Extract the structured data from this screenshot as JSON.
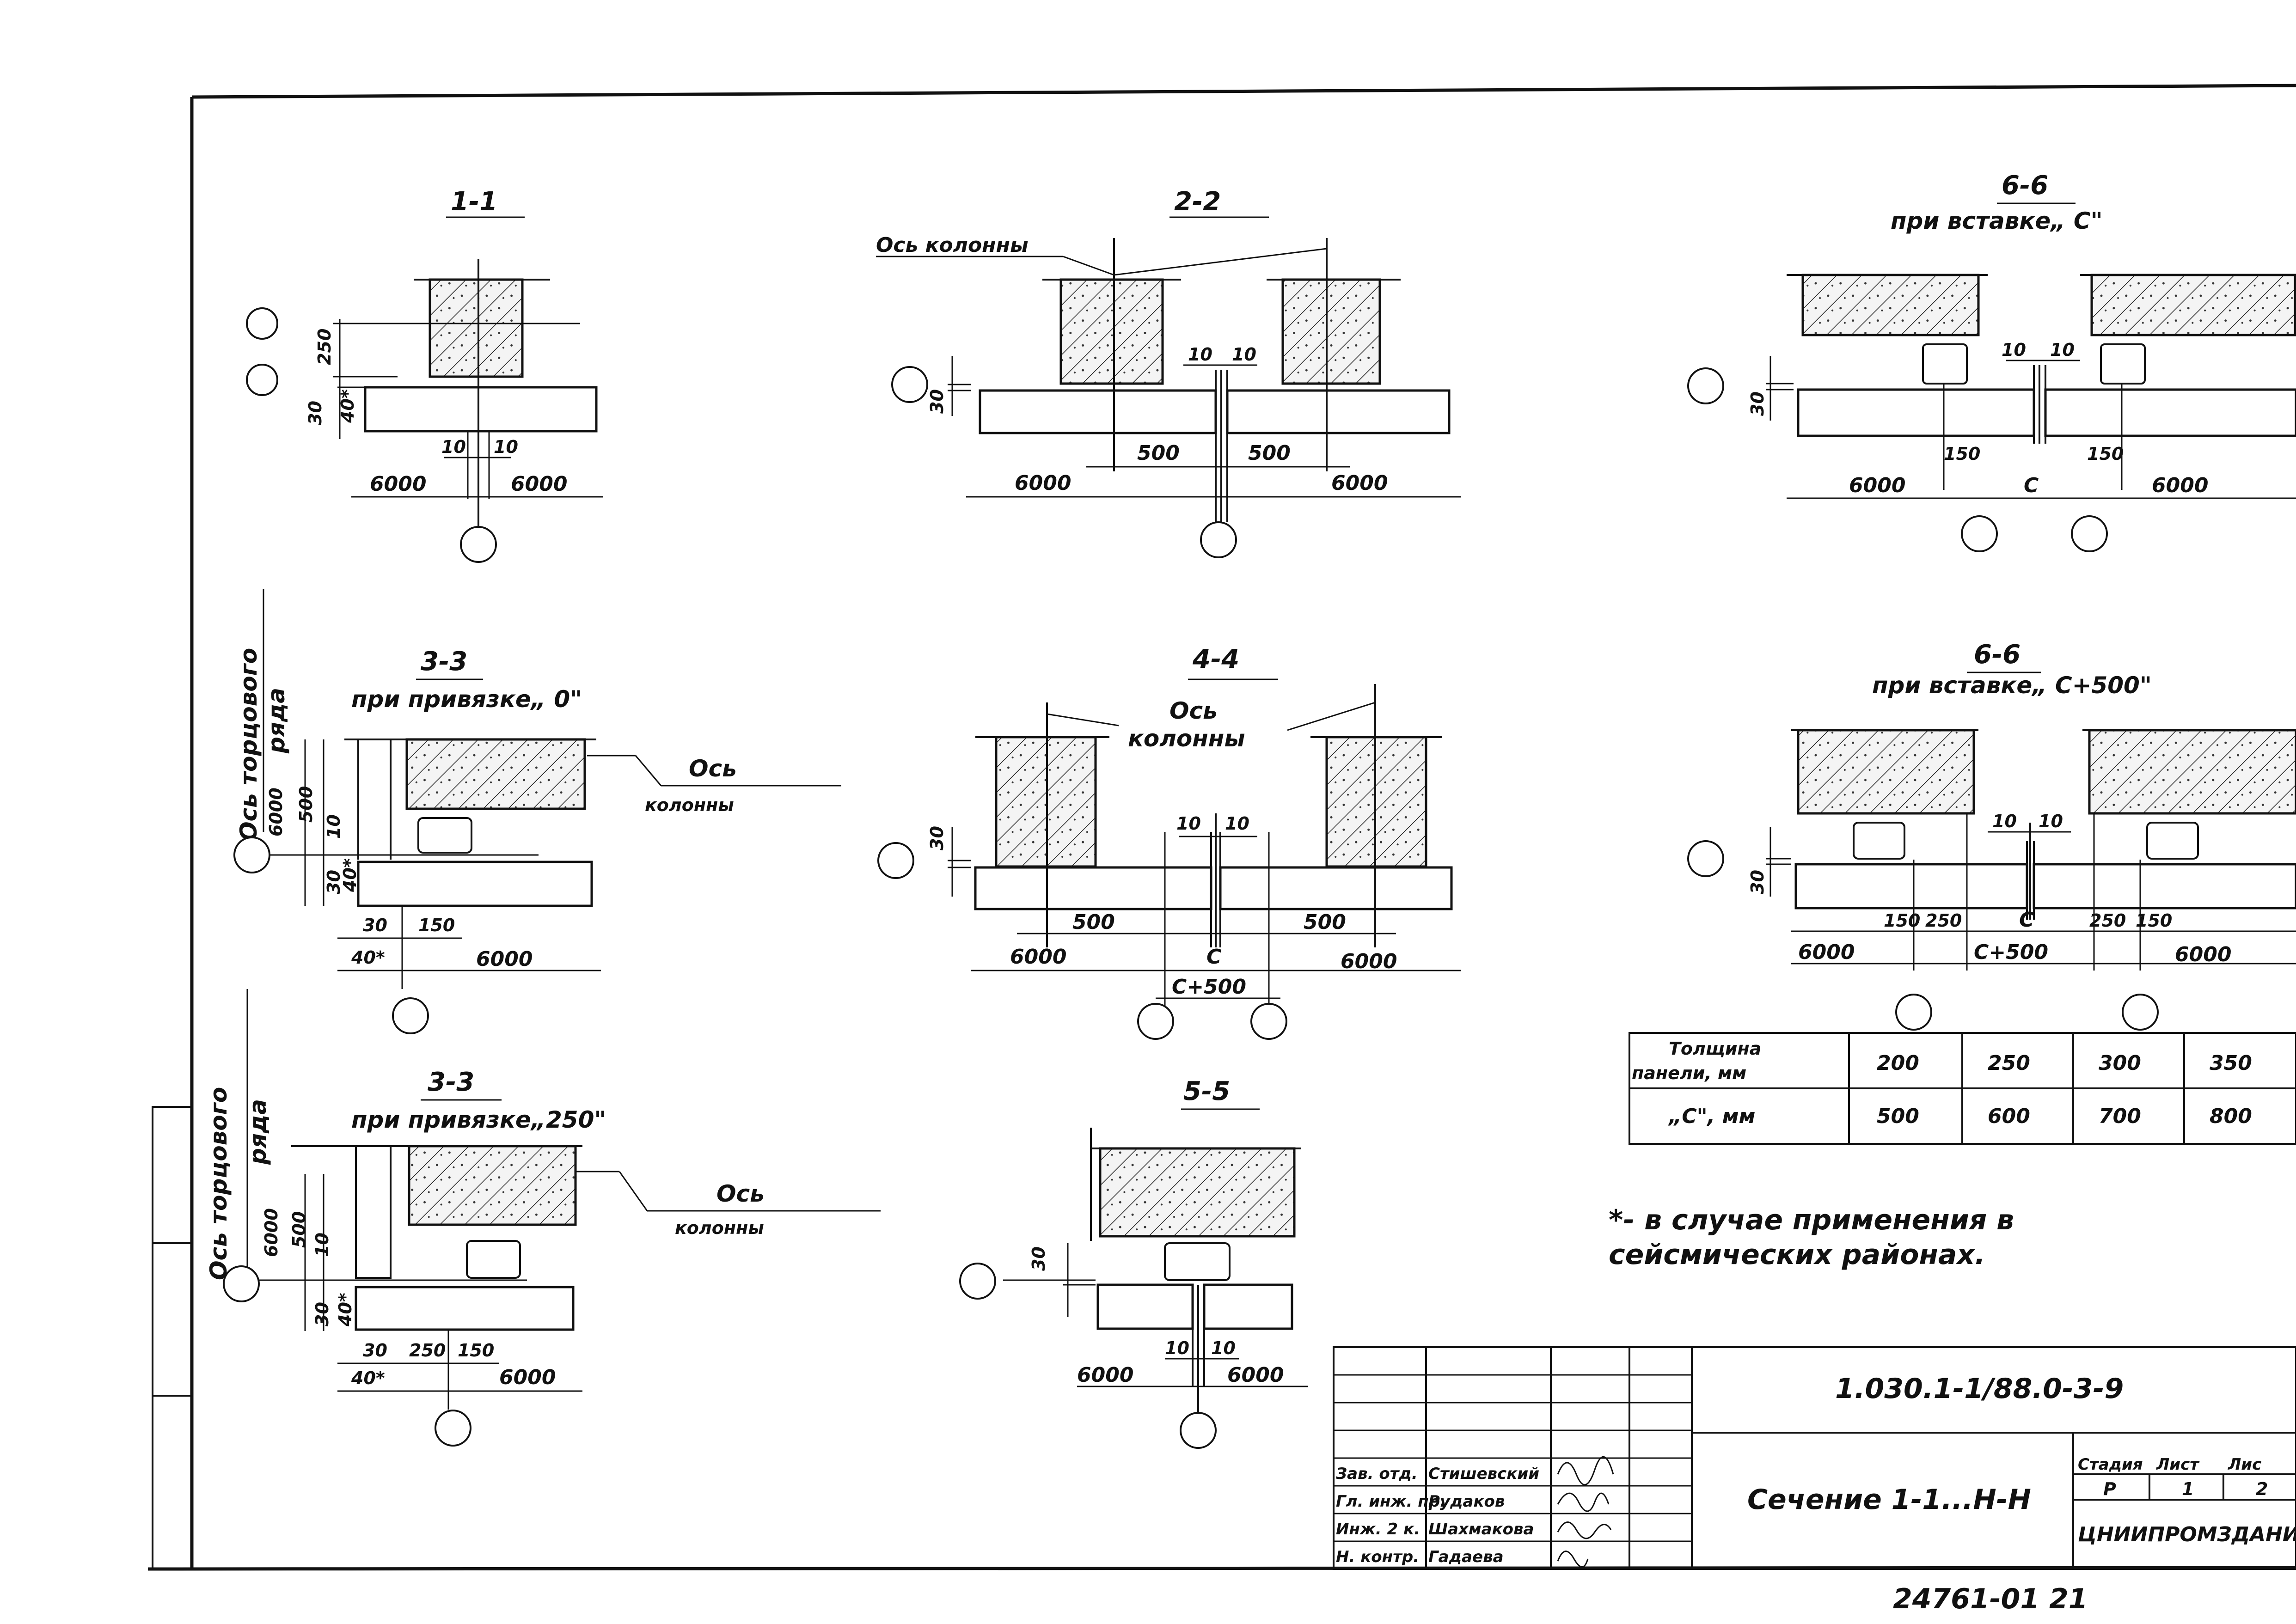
{
  "sections": {
    "s1": {
      "title": "1-1",
      "dims": [
        "250",
        "30",
        "40*",
        "10",
        "10",
        "6000",
        "6000"
      ]
    },
    "s2": {
      "title": "2-2",
      "axis_label": "Ось колонны",
      "dims": [
        "30",
        "10",
        "10",
        "500",
        "500",
        "6000",
        "6000"
      ]
    },
    "s6a": {
      "title": "6-6",
      "subtitle": "при вставке„ С\"",
      "dims": [
        "30",
        "10",
        "10",
        "150",
        "150",
        "6000",
        "С",
        "6000"
      ]
    },
    "s3a": {
      "title": "3-3",
      "subtitle": "при привязке„ 0\"",
      "axis_label_1": "Ось",
      "axis_label_2": "колонны",
      "row_axis_1": "Ось торцового",
      "row_axis_2": "ряда",
      "dims": [
        "6000",
        "500",
        "10",
        "30",
        "40*",
        "30",
        "150",
        "40*",
        "6000"
      ]
    },
    "s4": {
      "title": "4-4",
      "axis_label_1": "Ось",
      "axis_label_2": "колонны",
      "dims": [
        "30",
        "10",
        "10",
        "500",
        "500",
        "6000",
        "С",
        "6000",
        "С+500"
      ]
    },
    "s6b": {
      "title": "6-6",
      "subtitle": "при вставке„ С+500\"",
      "dims": [
        "30",
        "10",
        "10",
        "150",
        "250",
        "С",
        "250",
        "150",
        "6000",
        "С+500",
        "6000"
      ]
    },
    "s3b": {
      "title": "3-3",
      "subtitle": "при привязке„250\"",
      "axis_label_1": "Ось",
      "axis_label_2": "колонны",
      "row_axis_1": "Ось торцового",
      "row_axis_2": "ряда",
      "dims": [
        "6000",
        "500",
        "10",
        "30",
        "40*",
        "30",
        "250",
        "150",
        "40*",
        "6000"
      ]
    },
    "s5": {
      "title": "5-5",
      "dims": [
        "30",
        "10",
        "10",
        "6000",
        "6000"
      ]
    }
  },
  "table": {
    "row1_label_1": "Толщина",
    "row1_label_2": "панели, мм",
    "row2_label": "„С\", мм",
    "thickness": [
      "200",
      "250",
      "300",
      "350"
    ],
    "c_values": [
      "500",
      "600",
      "700",
      "800"
    ]
  },
  "note": {
    "line1": "*- в случае применения в",
    "line2": "сейсмических районах."
  },
  "title_block": {
    "code": "1.030.1-1/88.0-3-9",
    "sheet_title": "Сечение 1-1...Н-Н",
    "stage_label": "Стадия",
    "sheet_label": "Лист",
    "sheets_label": "Лис",
    "stage": "Р",
    "sheet": "1",
    "sheets": "2",
    "org": "ЦНИИПРОМЗДАНИЙ",
    "roles": [
      "Зав. отд.",
      "Гл. инж. пр.",
      "Инж. 2 к.",
      "Н. контр."
    ],
    "names": [
      "Стишевский",
      "Рудаков",
      "Шахмакова",
      "Гадаева"
    ]
  },
  "archive_number": "24761-01 21"
}
